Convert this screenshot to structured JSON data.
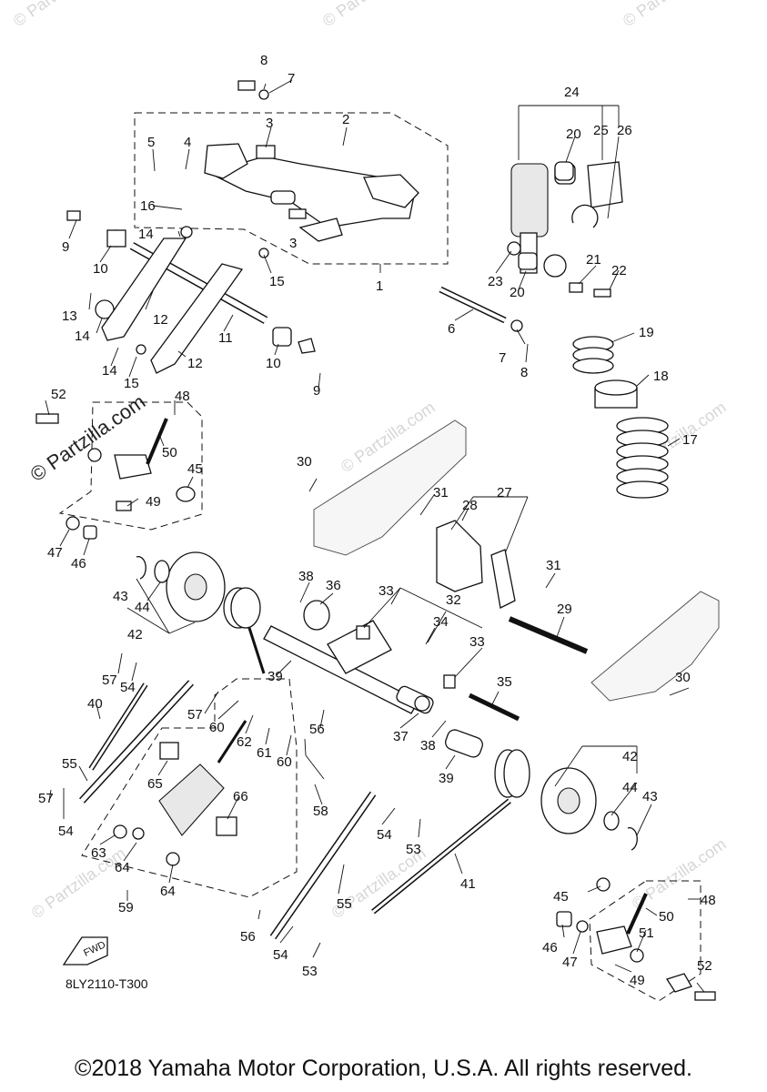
{
  "diagram": {
    "code": "8LY2110-T300",
    "fwd_label": "FWD",
    "watermark": "© Partzilla.com",
    "copyright": "©2018 Yamaha Motor Corporation, U.S.A. All rights reserved."
  },
  "callouts": [
    "1",
    "2",
    "3",
    "4",
    "5",
    "6",
    "7",
    "8",
    "9",
    "10",
    "11",
    "12",
    "13",
    "14",
    "15",
    "16",
    "17",
    "18",
    "19",
    "20",
    "21",
    "22",
    "23",
    "24",
    "25",
    "26",
    "27",
    "28",
    "29",
    "30",
    "31",
    "32",
    "33",
    "34",
    "35",
    "36",
    "37",
    "38",
    "39",
    "40",
    "41",
    "42",
    "43",
    "44",
    "45",
    "46",
    "47",
    "48",
    "49",
    "50",
    "51",
    "52",
    "53",
    "54",
    "55",
    "56",
    "57",
    "58",
    "59",
    "60",
    "61",
    "62",
    "63",
    "64",
    "65",
    "66"
  ]
}
